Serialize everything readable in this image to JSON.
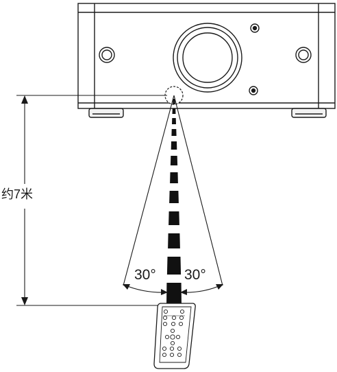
{
  "labels": {
    "distance": "约7米",
    "angle_left": "30°",
    "angle_right": "30°"
  },
  "icons": {
    "unit": "amplifier-front-icon",
    "remote": "remote-control-icon",
    "sensor": "ir-sensor-icon"
  },
  "colors": {
    "line": "#1a1a1a",
    "beam": "#111111",
    "fill_light": "#f2f2f2"
  }
}
